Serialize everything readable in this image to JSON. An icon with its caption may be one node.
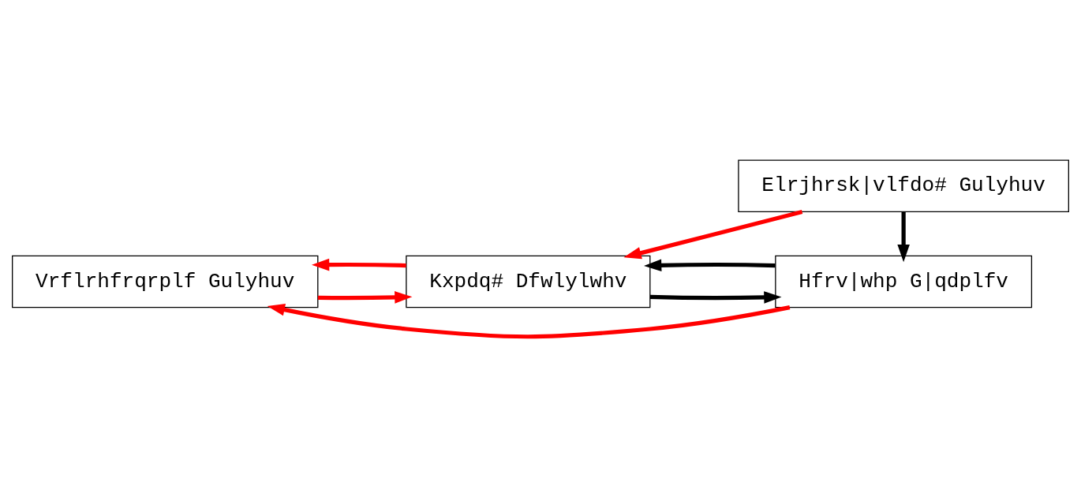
{
  "diagram": {
    "nodes": [
      {
        "text": [
          "Vrflrhfrqrplf Gulyhuv"
        ]
      },
      {
        "text": [
          "Kxpdq# Dfwlylwhv"
        ]
      },
      {
        "text": [
          "Hfrv|whp G|qdplfv"
        ]
      },
      {
        "text": [
          "Elrjhrsk|vlfdo# Gulyhuv"
        ]
      }
    ],
    "edges": [
      {
        "from": 2,
        "to": 0,
        "arrow": "to"
      },
      {
        "from": 1,
        "to": 0,
        "arrow": "to"
      },
      {
        "from": 0,
        "to": 1,
        "arrow": "to"
      },
      {
        "from": 2,
        "to": 1,
        "arrow": "to",
        "color": "#000000"
      },
      {
        "from": 1,
        "to": 2,
        "arrow": "to",
        "color": "#000000"
      },
      {
        "from": 3,
        "to": 2,
        "arrow": "to",
        "color": "#000000"
      },
      {
        "from": 3,
        "to": 1,
        "arrow": "to"
      }
    ]
  }
}
